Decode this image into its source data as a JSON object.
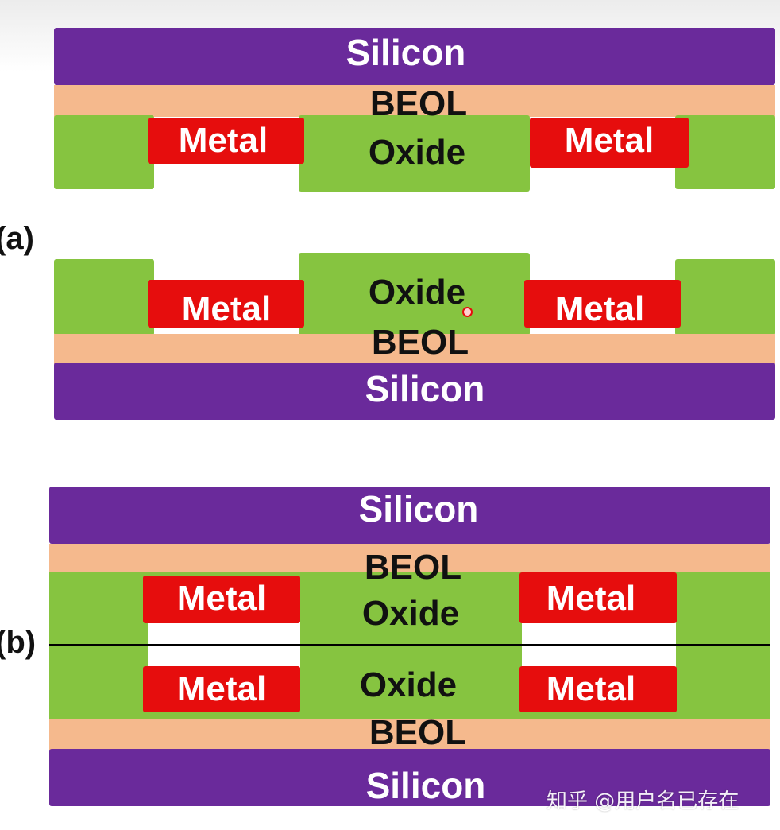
{
  "panel_a": {
    "tag": "(a)",
    "top_stack": {
      "silicon": "Silicon",
      "beol": "BEOL",
      "oxide": "Oxide",
      "metal_left": "Metal",
      "metal_right": "Metal"
    },
    "bottom_stack": {
      "oxide": "Oxide",
      "beol": "BEOL",
      "silicon": "Silicon",
      "metal_left": "Metal",
      "metal_right": "Metal"
    }
  },
  "panel_b": {
    "tag": "(b)",
    "top_silicon": "Silicon",
    "top_beol": "BEOL",
    "top_oxide": "Oxide",
    "top_metal_left": "Metal",
    "top_metal_right": "Metal",
    "bottom_metal_left": "Metal",
    "bottom_metal_right": "Metal",
    "bottom_oxide": "Oxide",
    "bottom_beol": "BEOL",
    "bottom_silicon": "Silicon"
  },
  "watermark": "知乎 @用户名已存在",
  "colors": {
    "silicon": "#6a2a9b",
    "beol": "#f5b98d",
    "oxide": "#86c440",
    "metal": "#e60d0d",
    "void": "#ffffff"
  }
}
